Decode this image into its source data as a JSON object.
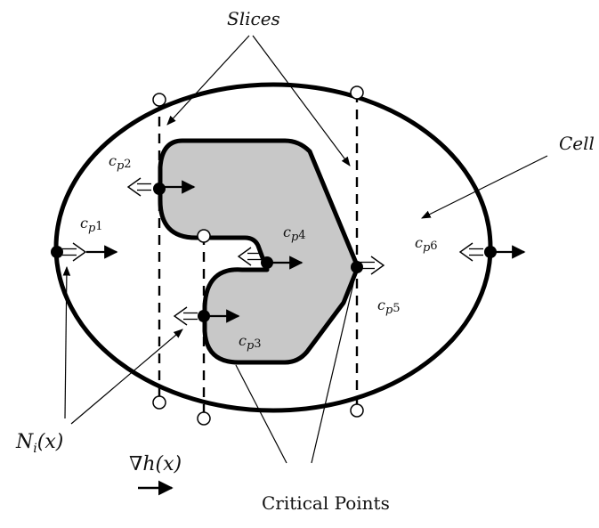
{
  "labels": {
    "slices": "Slices",
    "cell": "Cell",
    "critical_points": "Critical Points",
    "normal": "N",
    "normal_sub": "i",
    "normal_arg": "(x)",
    "gradient": "∇h(x)"
  },
  "critical_points": [
    {
      "c": "c",
      "p": "p",
      "sub": "1"
    },
    {
      "c": "c",
      "p": "p",
      "sub": "2"
    },
    {
      "c": "c",
      "p": "p",
      "sub": "3"
    },
    {
      "c": "c",
      "p": "p",
      "sub": "4"
    },
    {
      "c": "c",
      "p": "p",
      "sub": "5"
    },
    {
      "c": "c",
      "p": "p",
      "sub": "6"
    }
  ],
  "colors": {
    "ink": "#000000",
    "obstacle_fill": "#c8c8c8",
    "background": "#ffffff"
  }
}
